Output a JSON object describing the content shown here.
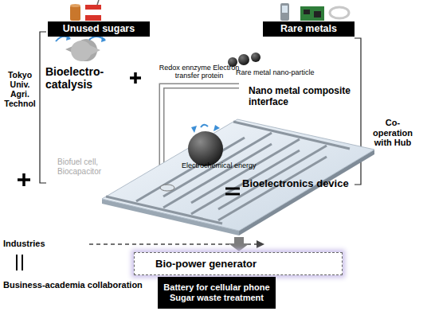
{
  "diagram": {
    "nodes": [
      {
        "text": [
          "Unused sugars"
        ]
      },
      {
        "text": [
          "Rare metals"
        ]
      },
      {
        "text": [
          "Bio-power generator"
        ]
      },
      {
        "text": [
          "Battery for cellular phone",
          "Sugar waste treatment"
        ]
      }
    ],
    "labels": [
      "Bioelectro-catalysis",
      "Redox ennzyme Electron transfer protein",
      "Rare metal nano-particle",
      "Nano metal composite interface",
      "Tokyo Univ. Agri. Technol",
      "Co-operation with Hub",
      "Electrochemical energy",
      "Bioelectronics device",
      "Biofuel cell, Biocapacitor",
      "Industries",
      "Business-academia collaboration"
    ]
  }
}
